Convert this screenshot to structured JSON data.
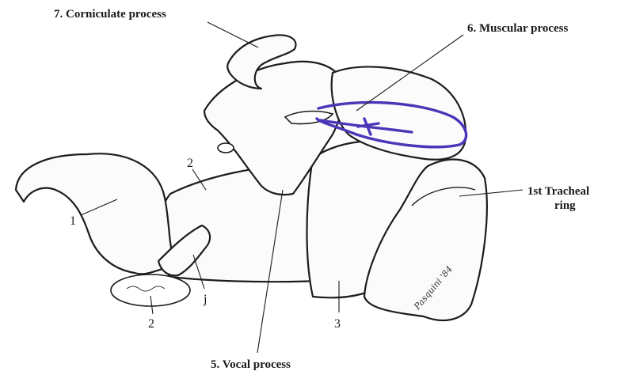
{
  "labels": {
    "corniculate": "7. Corniculate process",
    "muscular": "6. Muscular process",
    "tracheal_line1": "1st Tracheal",
    "tracheal_line2": "ring",
    "vocal": "5. Vocal process",
    "num_1": "1",
    "num_2_top": "2",
    "num_2_bottom": "2",
    "num_3": "3",
    "letter_j": "j"
  },
  "signature": "Pasquini '84",
  "colors": {
    "line": "#1c1c1c",
    "marker_ink": "#4b35b8",
    "paper": "#ffffff"
  }
}
